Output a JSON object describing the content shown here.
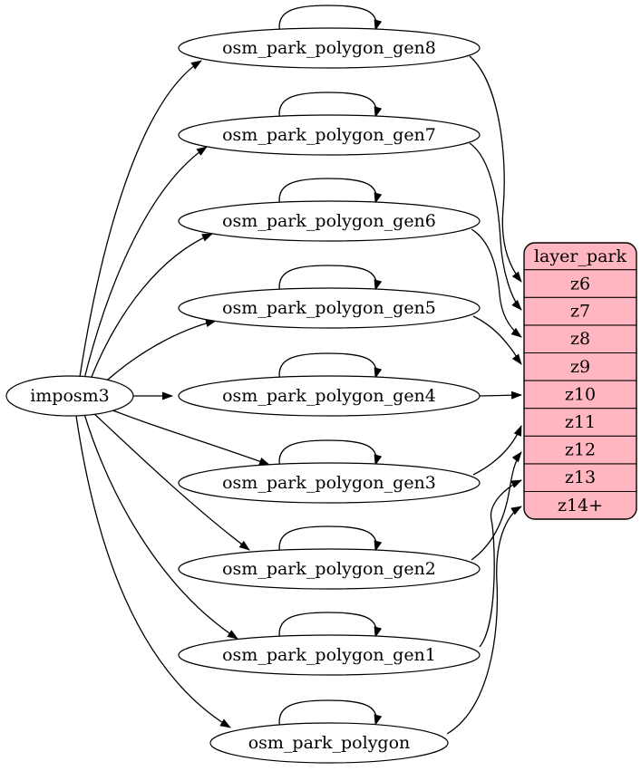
{
  "nodes": {
    "source": {
      "label": "imposm3"
    },
    "tables": [
      {
        "label": "osm_park_polygon_gen8"
      },
      {
        "label": "osm_park_polygon_gen7"
      },
      {
        "label": "osm_park_polygon_gen6"
      },
      {
        "label": "osm_park_polygon_gen5"
      },
      {
        "label": "osm_park_polygon_gen4"
      },
      {
        "label": "osm_park_polygon_gen3"
      },
      {
        "label": "osm_park_polygon_gen2"
      },
      {
        "label": "osm_park_polygon_gen1"
      },
      {
        "label": "osm_park_polygon"
      }
    ],
    "layer": {
      "title": "layer_park",
      "rows": [
        "z6",
        "z7",
        "z8",
        "z9",
        "z10",
        "z11",
        "z12",
        "z13",
        "z14+"
      ]
    }
  },
  "edges": {
    "from_source": [
      "osm_park_polygon_gen8",
      "osm_park_polygon_gen7",
      "osm_park_polygon_gen6",
      "osm_park_polygon_gen5",
      "osm_park_polygon_gen4",
      "osm_park_polygon_gen3",
      "osm_park_polygon_gen2",
      "osm_park_polygon_gen1",
      "osm_park_polygon"
    ],
    "self_loops": [
      "osm_park_polygon_gen8",
      "osm_park_polygon_gen7",
      "osm_park_polygon_gen6",
      "osm_park_polygon_gen5",
      "osm_park_polygon_gen4",
      "osm_park_polygon_gen3",
      "osm_park_polygon_gen2",
      "osm_park_polygon_gen1",
      "osm_park_polygon"
    ],
    "to_layer": [
      {
        "from": "osm_park_polygon_gen8",
        "to": "z6"
      },
      {
        "from": "osm_park_polygon_gen7",
        "to": "z7"
      },
      {
        "from": "osm_park_polygon_gen6",
        "to": "z8"
      },
      {
        "from": "osm_park_polygon_gen5",
        "to": "z9"
      },
      {
        "from": "osm_park_polygon_gen4",
        "to": "z10"
      },
      {
        "from": "osm_park_polygon_gen3",
        "to": "z11"
      },
      {
        "from": "osm_park_polygon_gen2",
        "to": "z12"
      },
      {
        "from": "osm_park_polygon_gen1",
        "to": "z13"
      },
      {
        "from": "osm_park_polygon",
        "to": "z14+"
      }
    ]
  },
  "colors": {
    "layer_fill": "#ffb6c1",
    "node_fill": "#ffffff",
    "stroke": "#000000",
    "background": "#ffffff"
  }
}
